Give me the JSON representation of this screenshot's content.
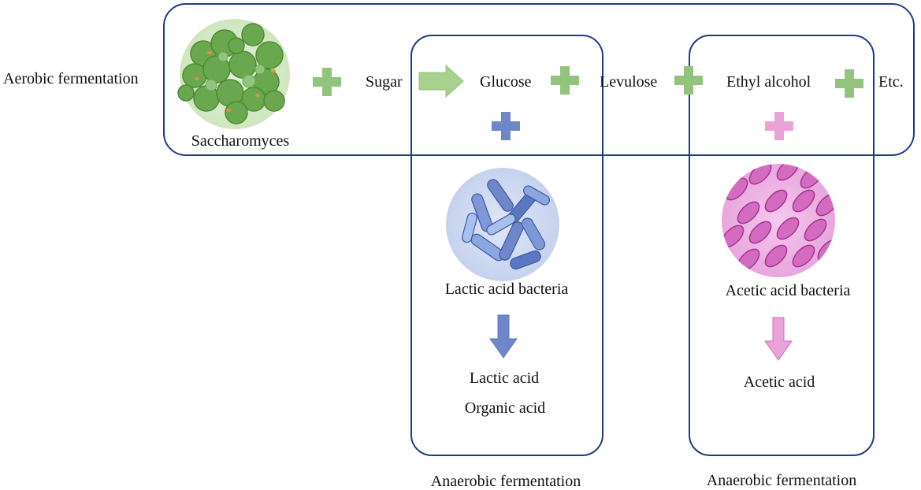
{
  "aerobic_label": "Aerobic fermentation",
  "yeast": {
    "label": "Saccharomyces",
    "icon": "saccharomyces-cells-icon"
  },
  "flow": {
    "sugar": "Sugar",
    "glucose": "Glucose",
    "levulose": "Levulose",
    "ethyl_alcohol": "Ethyl alcohol",
    "etc": "Etc."
  },
  "lactic": {
    "bacteria_label": "Lactic acid bacteria",
    "product_1": "Lactic acid",
    "product_2": "Organic acid",
    "box_label": "Anaerobic fermentation",
    "icon": "lactic-acid-bacteria-icon"
  },
  "acetic": {
    "bacteria_label": "Acetic acid bacteria",
    "product": "Acetic acid",
    "box_label": "Anaerobic fermentation",
    "icon": "acetic-acid-bacteria-icon"
  },
  "colors": {
    "box_stroke": "#1f3b8a",
    "green": "#93c47d",
    "blue": "#6f86c9",
    "pink": "#e9a3d9"
  }
}
